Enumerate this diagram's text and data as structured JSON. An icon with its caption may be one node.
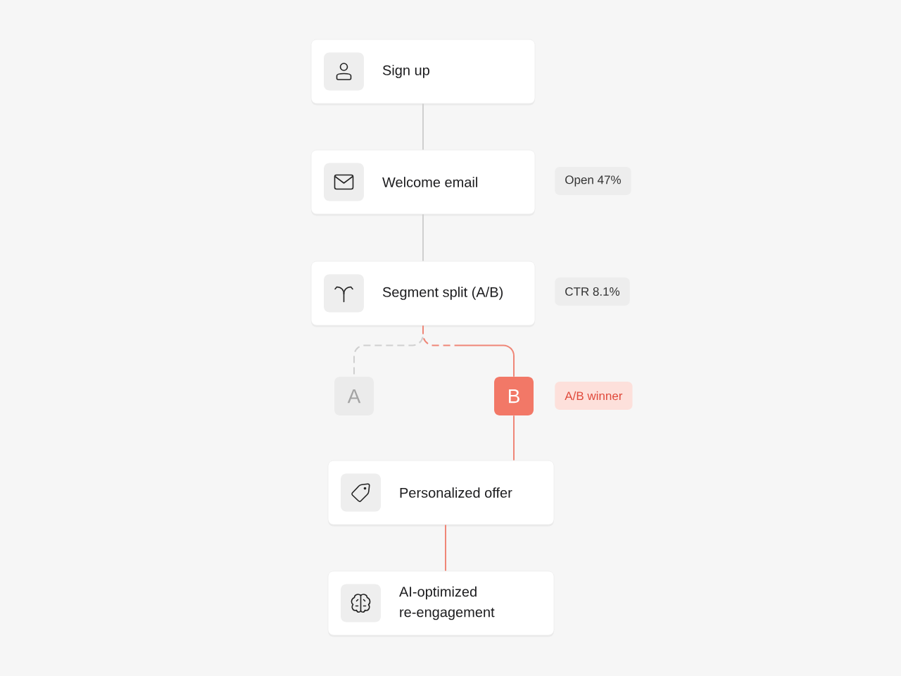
{
  "diagram": {
    "nodes": [
      {
        "text": [
          "Sign up"
        ]
      },
      {
        "text": [
          "Welcome email"
        ],
        "beside": [
          "Open 47%"
        ]
      },
      {
        "text": [
          "Segment split (A/B)"
        ],
        "beside": [
          "CTR 8.1%"
        ]
      },
      {
        "text": [
          "A"
        ]
      },
      {
        "text": [
          "B"
        ],
        "beside": [
          "A/B winner"
        ]
      },
      {
        "text": [
          "Personalized offer"
        ]
      },
      {
        "text": [
          "AI-optimized re-engagement"
        ]
      }
    ],
    "edges": [
      {
        "from": 0,
        "to": 1,
        "arrow": "none"
      },
      {
        "from": 1,
        "to": 2,
        "arrow": "none"
      },
      {
        "from": 2,
        "to": 3,
        "arrow": "none",
        "style": "dashed"
      },
      {
        "from": 2,
        "to": 4,
        "arrow": "none",
        "style": "dashed",
        "color": "#ef8677"
      },
      {
        "from": 4,
        "to": 5,
        "arrow": "none",
        "color": "#ef8677"
      },
      {
        "from": 5,
        "to": 6,
        "arrow": "none",
        "color": "#ef8677"
      }
    ]
  }
}
